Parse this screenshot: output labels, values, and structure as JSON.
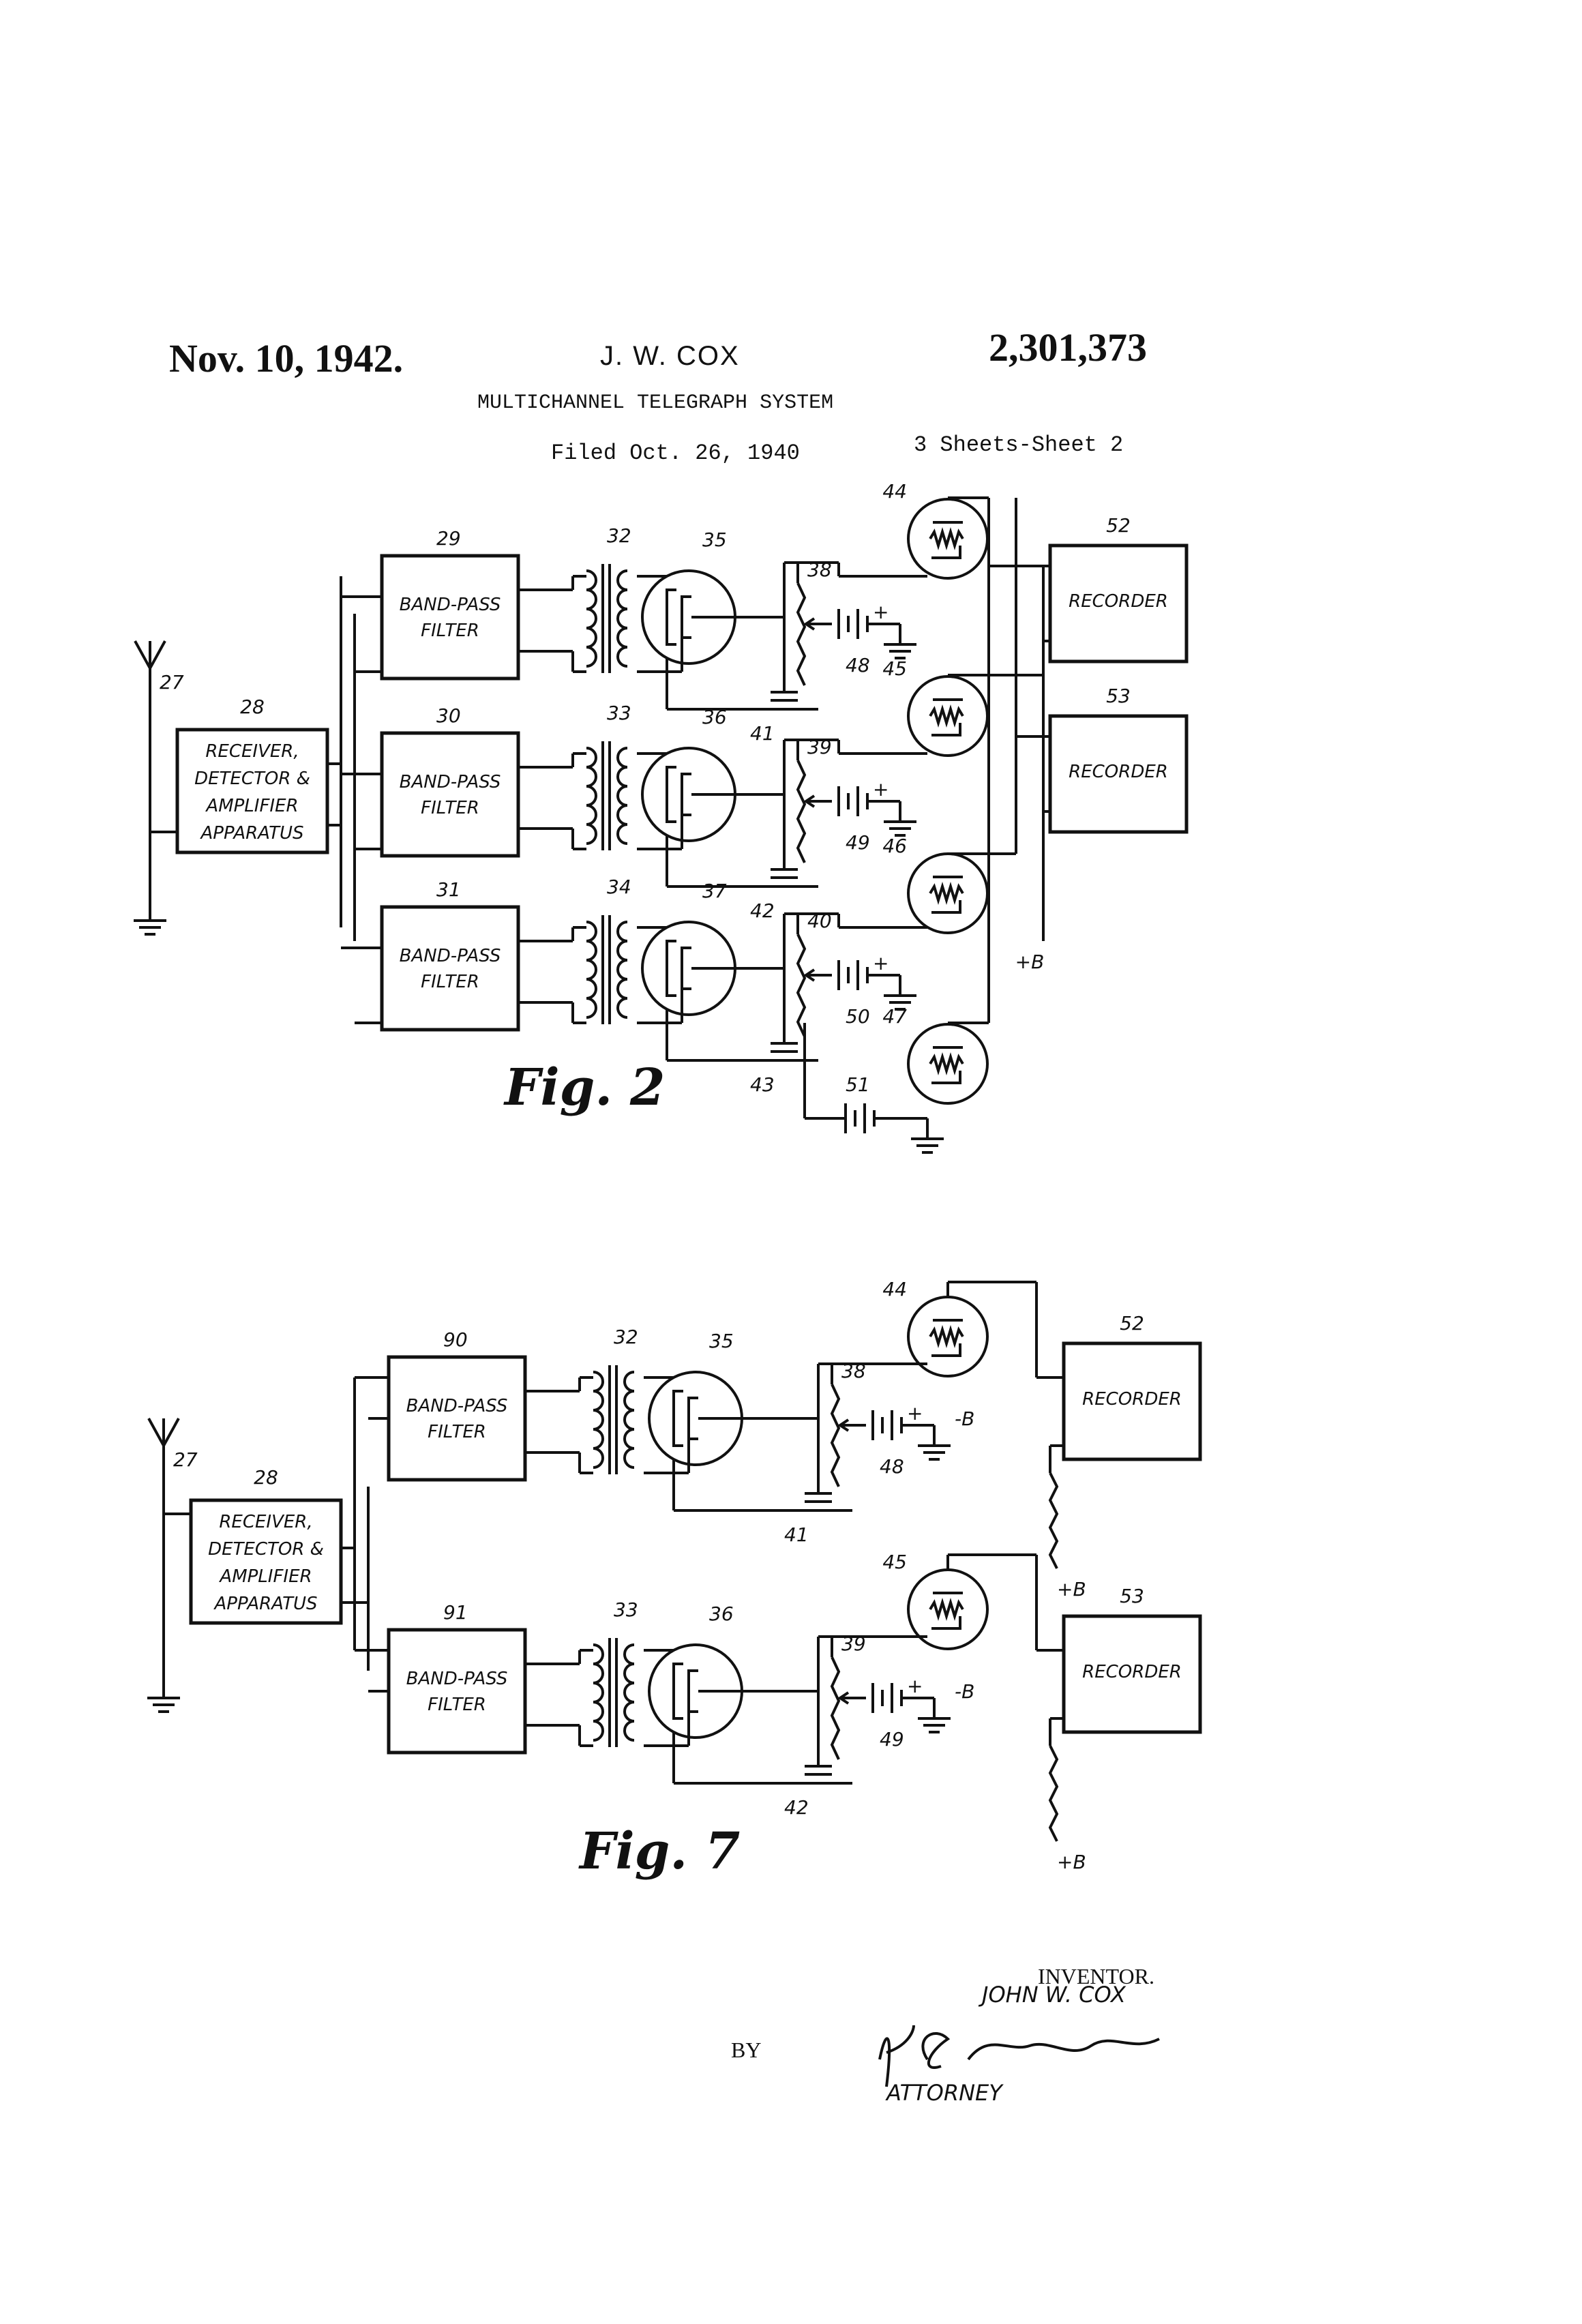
{
  "header": {
    "date": "Nov. 10, 1942.",
    "inventor": "J. W. COX",
    "patent_number": "2,301,373",
    "title": "MULTICHANNEL TELEGRAPH SYSTEM",
    "filed": "Filed Oct. 26, 1940",
    "sheets": "3 Sheets-Sheet 2"
  },
  "fig2": {
    "caption": "Fig. 2",
    "receiver_lines": [
      "RECEIVER,",
      "DETECTOR &",
      "AMPLIFIER",
      "APPARATUS"
    ],
    "filter_lines": [
      "BAND-PASS",
      "FILTER"
    ],
    "recorder": "RECORDER",
    "plus_b": "+B",
    "labels": {
      "antenna": "27",
      "receiver": "28",
      "filters": [
        "29",
        "30",
        "31"
      ],
      "transformers": [
        "32",
        "33",
        "34"
      ],
      "tubes": [
        "35",
        "36",
        "37"
      ],
      "pots": [
        "38",
        "39",
        "40"
      ],
      "caps": [
        "41",
        "42",
        "43"
      ],
      "triodes": [
        "44",
        "45",
        "46",
        "47"
      ],
      "batteries": [
        "48",
        "49",
        "50",
        "51"
      ],
      "recorders": [
        "52",
        "53"
      ]
    }
  },
  "fig7": {
    "caption": "Fig. 7",
    "receiver_lines": [
      "RECEIVER,",
      "DETECTOR &",
      "AMPLIFIER",
      "APPARATUS"
    ],
    "filter_lines": [
      "BAND-PASS",
      "FILTER"
    ],
    "recorder": "RECORDER",
    "plus_b": "+B",
    "minus_b": "-B",
    "labels": {
      "antenna": "27",
      "receiver": "28",
      "filters": [
        "90",
        "91"
      ],
      "transformers": [
        "32",
        "33"
      ],
      "tubes": [
        "35",
        "36"
      ],
      "pots": [
        "38",
        "39"
      ],
      "caps": [
        "41",
        "42"
      ],
      "triodes": [
        "44",
        "45"
      ],
      "batteries": [
        "48",
        "49"
      ],
      "recorders": [
        "52",
        "53"
      ]
    }
  },
  "signature": {
    "inventor_label": "INVENTOR.",
    "inventor_name": "JOHN W. COX",
    "by": "BY",
    "attorney": "ATTORNEY"
  }
}
